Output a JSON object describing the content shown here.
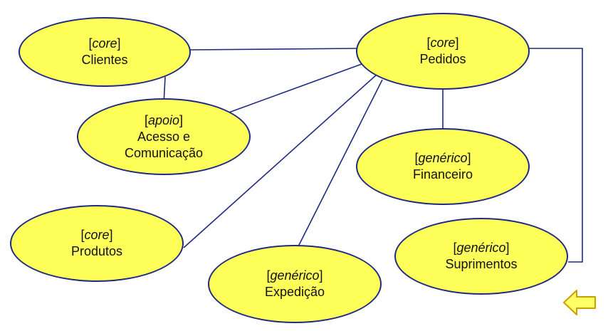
{
  "colors": {
    "node_fill": "#ffff5a",
    "node_border": "#1f2a80",
    "edge": "#1f2a80",
    "arrow_fill": "#ffff66",
    "arrow_border": "#c8a000"
  },
  "nodes": {
    "clientes": {
      "category": "core",
      "label_lines": [
        "Clientes"
      ]
    },
    "pedidos": {
      "category": "core",
      "label_lines": [
        "Pedidos"
      ]
    },
    "acesso": {
      "category": "apoio",
      "label_lines": [
        "Acesso e",
        "Comunicação"
      ]
    },
    "financeiro": {
      "category": "genérico",
      "label_lines": [
        "Financeiro"
      ]
    },
    "produtos": {
      "category": "core",
      "label_lines": [
        "Produtos"
      ]
    },
    "expedicao": {
      "category": "genérico",
      "label_lines": [
        "Expedição"
      ]
    },
    "suprimentos": {
      "category": "genérico",
      "label_lines": [
        "Suprimentos"
      ]
    }
  },
  "nav": {
    "icon": "arrow-left-icon"
  }
}
